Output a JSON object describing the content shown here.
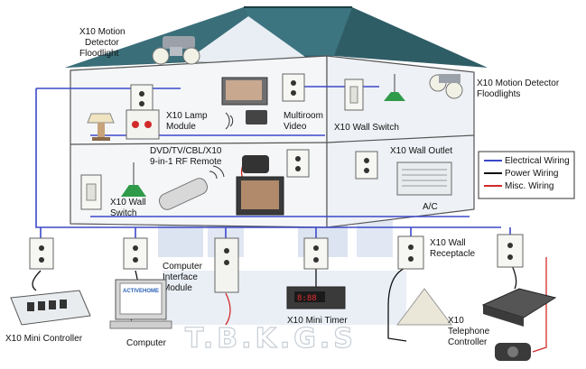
{
  "labels": {
    "motion_floodlight": [
      "X10 Motion",
      "Detector",
      "Floodlight"
    ],
    "motion_floodlights_right": [
      "X10 Motion Detector",
      "Floodlights"
    ],
    "lamp_module": [
      "X10 Lamp",
      "Module"
    ],
    "multiroom_video": [
      "Multiroom",
      "Video"
    ],
    "wall_switch_top": "X10 Wall Switch",
    "rf_remote": [
      "DVD/TV/CBL/X10",
      "9-in-1 RF Remote"
    ],
    "wall_outlet": "X10 Wall Outlet",
    "wall_switch_bottom": [
      "X10 Wall",
      "Switch"
    ],
    "ac": "A/C",
    "computer_interface": [
      "Computer",
      "Interface",
      "Module"
    ],
    "wall_receptacle": [
      "X10 Wall",
      "Receptacle"
    ],
    "mini_controller": "X10 Mini Controller",
    "computer": "Computer",
    "mini_timer": "X10 Mini Timer",
    "telephone_controller": [
      "X10",
      "Telephone",
      "Controller"
    ],
    "watermark": "T.B.K.G.S",
    "screen_text": "ACTIVEHOME"
  },
  "legend": {
    "items": [
      {
        "label": "Electrical Wiring",
        "color": "#3b48c9"
      },
      {
        "label": "Power Wiring",
        "color": "#111111"
      },
      {
        "label": "Misc. Wiring",
        "color": "#d22a2a"
      }
    ]
  }
}
